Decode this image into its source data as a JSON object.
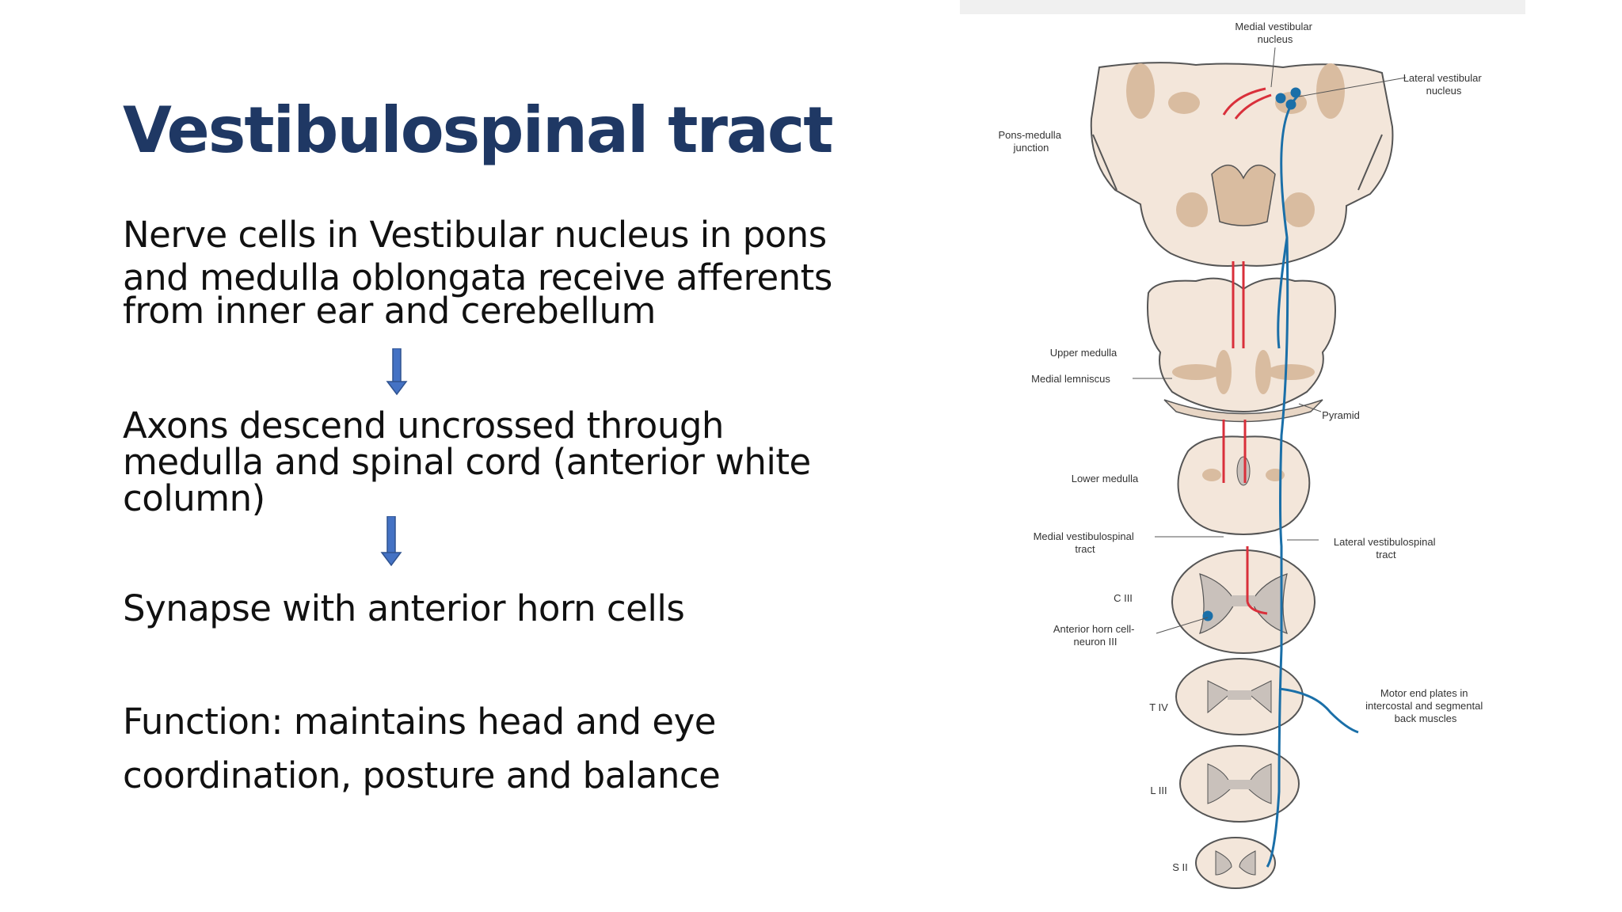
{
  "slide": {
    "title": "Vestibulospinal tract",
    "steps": [
      {
        "lines": [
          "Nerve cells in Vestibular nucleus in pons",
          "and medulla oblongata receive afferents",
          "from inner ear and cerebellum"
        ]
      },
      {
        "lines": [
          "Axons descend uncrossed through",
          "medulla and spinal cord (anterior white",
          "column)"
        ]
      },
      {
        "lines": [
          "Synapse with anterior horn cells"
        ]
      },
      {
        "lines": [
          "Function: maintains head and eye",
          "coordination, posture and balance"
        ]
      }
    ]
  },
  "figure": {
    "labels": {
      "medial_vestibular_nucleus": [
        "Medial vestibular",
        "nucleus"
      ],
      "lateral_vestibular_nucleus": [
        "Lateral vestibular",
        "nucleus"
      ],
      "pons_medulla_junction": [
        "Pons-medulla",
        "junction"
      ],
      "upper_medulla": "Upper medulla",
      "medial_lemniscus": "Medial lemniscus",
      "pyramid": "Pyramid",
      "lower_medulla": "Lower medulla",
      "medial_vestibulospinal_tract": [
        "Medial vestibulospinal",
        "tract"
      ],
      "lateral_vestibulospinal_tract": [
        "Lateral vestibulospinal",
        "tract"
      ],
      "c3": "C III",
      "anterior_horn_cell": [
        "Anterior horn cell-",
        "neuron III"
      ],
      "t4": "T IV",
      "motor_end_plates": [
        "Motor end plates in",
        "intercostal and segmental",
        "back muscles"
      ],
      "l3": "L III",
      "s2": "S II"
    },
    "colors": {
      "medial_tract": "#d9303b",
      "lateral_tract": "#1a6fa8",
      "tissue": "#f3e6da",
      "nuclei": "#d9bca0",
      "gray_matter": "#c9c1bb",
      "outline": "#555555"
    }
  }
}
